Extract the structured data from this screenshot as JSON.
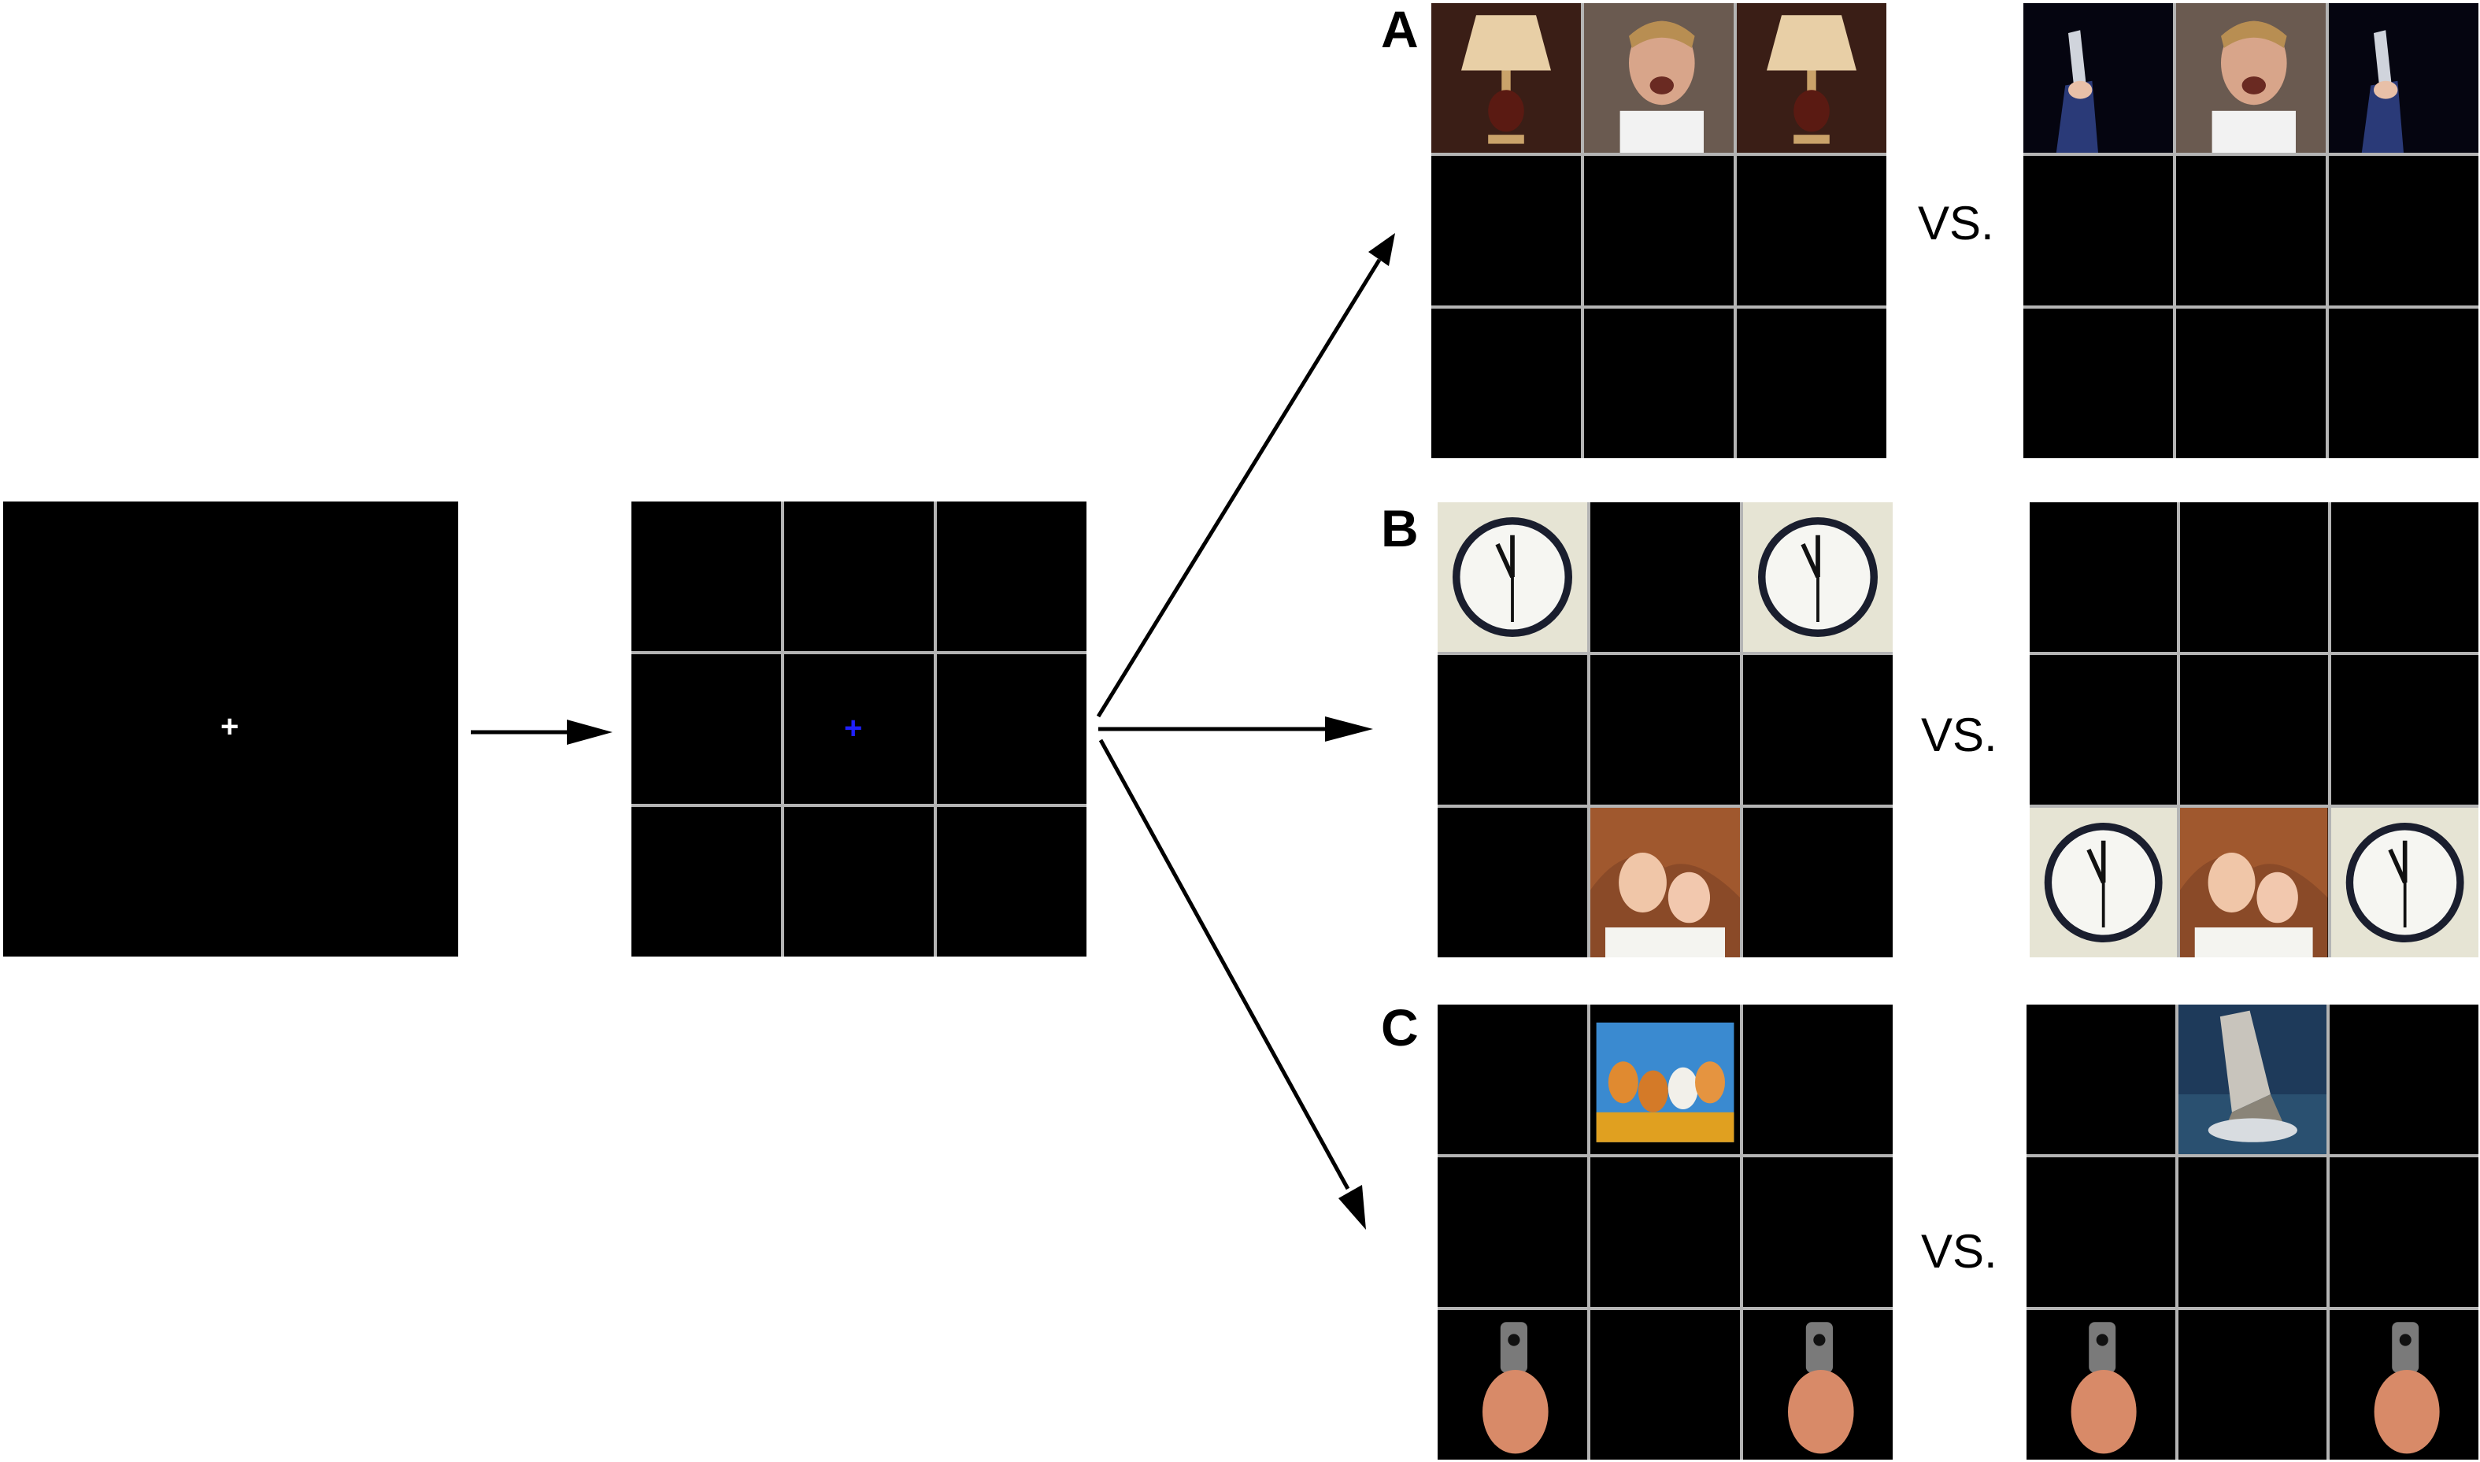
{
  "fixation_symbol": "+",
  "panels": {
    "a": {
      "label": "A"
    },
    "b": {
      "label": "B"
    },
    "c": {
      "label": "C"
    }
  },
  "comparison_text": "VS.",
  "colors": {
    "background": "#000000",
    "grid_lines": "#b4b4b4",
    "fixation_initial": "#ffffff",
    "fixation_grid": "#2020ff"
  },
  "images": {
    "lamp": "lamp-photo",
    "crying_child": "crying-child-photo",
    "knife": "knife-photo",
    "clock": "clock-photo",
    "mother_daughter": "mother-daughter-photo",
    "kittens": "kittens-photo",
    "sinking_ship": "sinking-ship-photo",
    "gun": "gun-photo"
  }
}
